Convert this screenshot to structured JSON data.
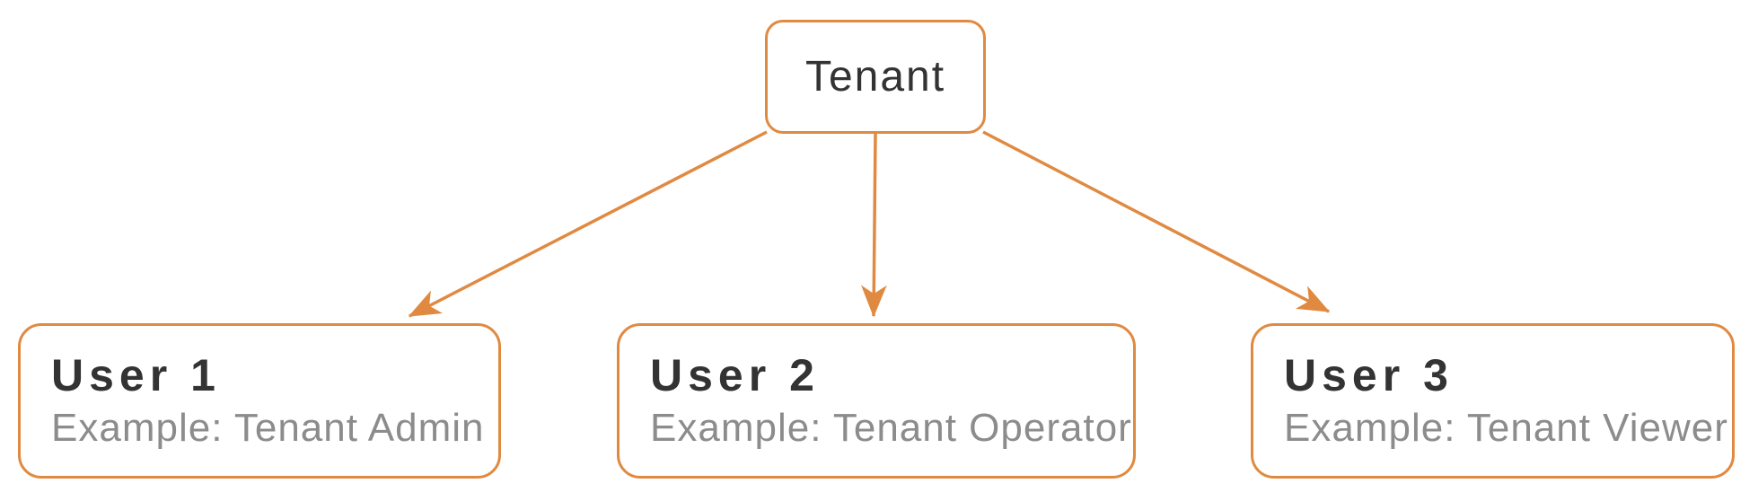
{
  "diagram": {
    "background_color": "#FFFFFF",
    "accent_color": "#E08A41",
    "title_color": "#333333",
    "subtitle_color": "#8C8C8C",
    "root": {
      "label": "Tenant"
    },
    "children": [
      {
        "title": "User 1",
        "subtitle": "Example: Tenant Admin"
      },
      {
        "title": "User 2",
        "subtitle": "Example: Tenant Operator"
      },
      {
        "title": "User 3",
        "subtitle": "Example: Tenant Viewer"
      }
    ],
    "edges": [
      {
        "from": "Tenant",
        "to": "User 1"
      },
      {
        "from": "Tenant",
        "to": "User 2"
      },
      {
        "from": "Tenant",
        "to": "User 3"
      }
    ]
  }
}
